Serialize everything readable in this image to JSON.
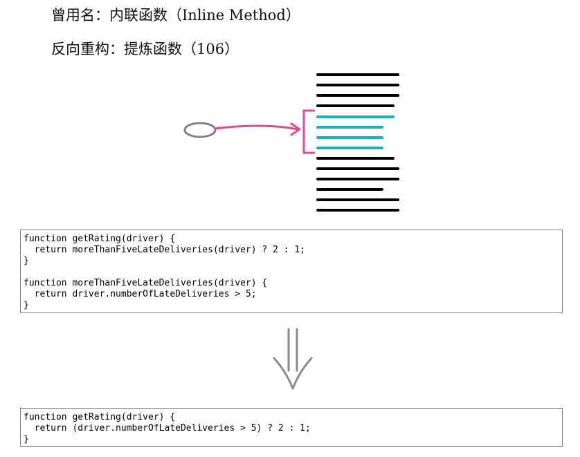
{
  "header": {
    "alias": "曾用名：内联函数（Inline Method）",
    "inverse": "反向重构：提炼函数（106）"
  },
  "illustration": {
    "bracket_color": "#e0499a",
    "highlight_color": "#12b3bf",
    "line_color": "#000000",
    "shape_color": "#808080"
  },
  "code_before": {
    "text": "function getRating(driver) {\n  return moreThanFiveLateDeliveries(driver) ? 2 : 1;\n}\n\nfunction moreThanFiveLateDeliveries(driver) {\n  return driver.numberOfLateDeliveries > 5;\n}"
  },
  "code_after": {
    "text": "function getRating(driver) {\n  return (driver.numberOfLateDeliveries > 5) ? 2 : 1;\n}"
  }
}
